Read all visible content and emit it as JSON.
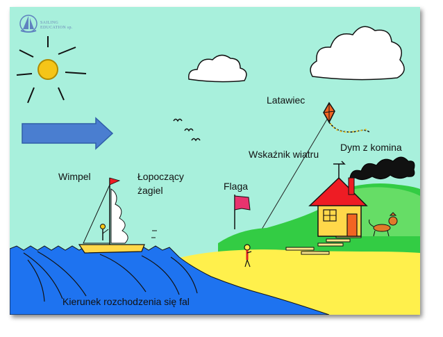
{
  "logo": {
    "line1": "SAILING",
    "line2": "EDUCATION",
    "suffix": "sp."
  },
  "labels": {
    "wimpel": "Wimpel",
    "sail_line1": "Łopoczący",
    "sail_line2": "żagiel",
    "flaga": "Flaga",
    "latawiec": "Latawiec",
    "wind_indicator": "Wskaźnik wiatru",
    "smoke": "Dym z komina",
    "waves": "Kierunek rozchodzenia się fal"
  },
  "colors": {
    "sky": "#a8f0dc",
    "sea": "#1e73f0",
    "sand": "#fff04c",
    "grass": "#33cc44",
    "grass_light": "#66dd66",
    "sun": "#f5c518",
    "arrow": "#4a7ed0",
    "roof": "#ee1c24",
    "house": "#ffd84a",
    "flag": "#e8336e",
    "smoke": "#111111",
    "dog": "#e07a2a"
  },
  "icons": [
    "logo-sailboat-icon",
    "sun-icon",
    "wind-arrow-icon",
    "cloud-icon",
    "birds-icon",
    "sailboat-icon",
    "flag-icon",
    "kite-icon",
    "house-icon",
    "dog-icon",
    "person-icon"
  ]
}
